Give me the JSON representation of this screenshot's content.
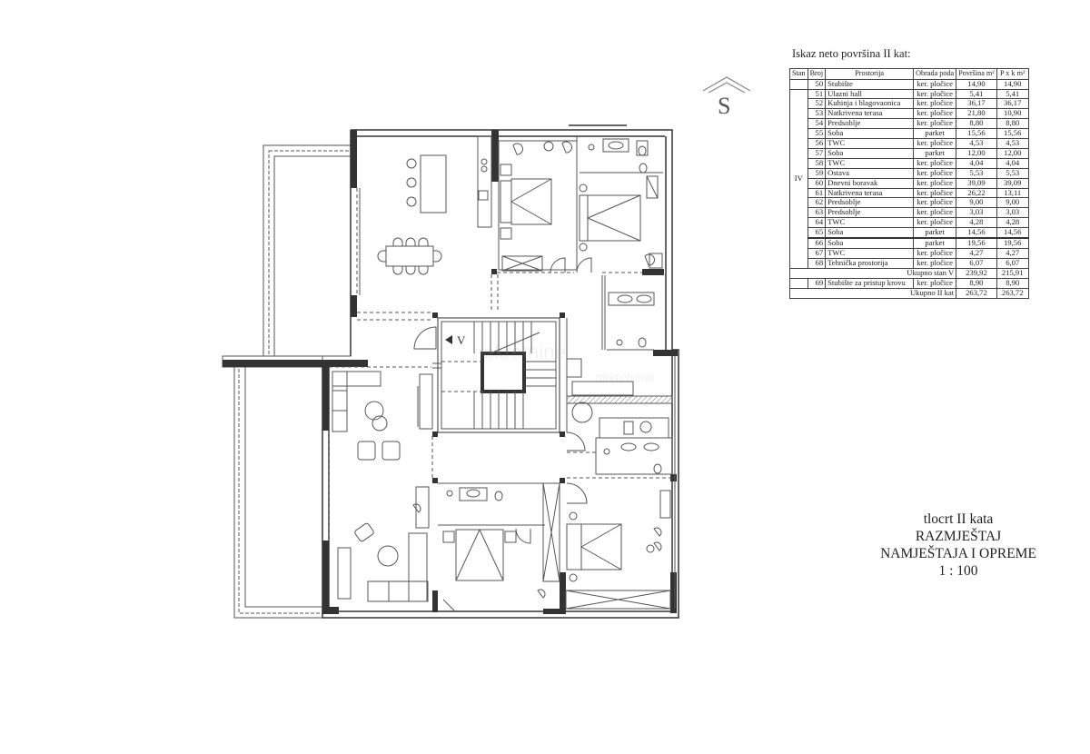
{
  "table": {
    "title": "Iskaz neto površina II  kat:",
    "headers": {
      "stan": "Stan",
      "broj": "Broj",
      "prostorija": "Prostorija",
      "obrada": "Obrada poda",
      "povrsina": "Površina m²",
      "pxk": "P x k m²"
    },
    "stan_label": "IV",
    "rows": [
      {
        "broj": "50",
        "prostorija": "Stubište",
        "obrada": "ker. pločice",
        "povrsina": "14,90",
        "pxk": "14,90"
      },
      {
        "broj": "51",
        "prostorija": "Ulazni hall",
        "obrada": "ker. pločice",
        "povrsina": "5,41",
        "pxk": "5,41"
      },
      {
        "broj": "52",
        "prostorija": "Kuhinja i blagovaonica",
        "obrada": "ker. pločice",
        "povrsina": "36,17",
        "pxk": "36,17"
      },
      {
        "broj": "53",
        "prostorija": "Natkrivena terasa",
        "obrada": "ker. pločice",
        "povrsina": "21,80",
        "pxk": "10,90"
      },
      {
        "broj": "54",
        "prostorija": "Predsoblje",
        "obrada": "ker. pločice",
        "povrsina": "8,80",
        "pxk": "8,80"
      },
      {
        "broj": "55",
        "prostorija": "Soba",
        "obrada": "parket",
        "povrsina": "15,56",
        "pxk": "15,56"
      },
      {
        "broj": "56",
        "prostorija": "TWC",
        "obrada": "ker. pločice",
        "povrsina": "4,53",
        "pxk": "4,53"
      },
      {
        "broj": "57",
        "prostorija": "Soba",
        "obrada": "parket",
        "povrsina": "12,00",
        "pxk": "12,00"
      },
      {
        "broj": "58",
        "prostorija": "TWC",
        "obrada": "ker. pločice",
        "povrsina": "4,04",
        "pxk": "4,04"
      },
      {
        "broj": "59",
        "prostorija": "Ostava",
        "obrada": "ker. pločice",
        "povrsina": "5,53",
        "pxk": "5,53"
      },
      {
        "broj": "60",
        "prostorija": "Dnevni  boravak",
        "obrada": "ker. pločice",
        "povrsina": "39,09",
        "pxk": "39,09"
      },
      {
        "broj": "61",
        "prostorija": "Natkrivena terasa",
        "obrada": "ker. pločice",
        "povrsina": "26,22",
        "pxk": "13,11"
      },
      {
        "broj": "62",
        "prostorija": "Predsoblje",
        "obrada": "ker. pločice",
        "povrsina": "9,00",
        "pxk": "9,00"
      },
      {
        "broj": "63",
        "prostorija": "Predsoblje",
        "obrada": "ker. pločice",
        "povrsina": "3,03",
        "pxk": "3,03"
      },
      {
        "broj": "64",
        "prostorija": "TWC",
        "obrada": "ker. pločice",
        "povrsina": "4,28",
        "pxk": "4,28"
      },
      {
        "broj": "65",
        "prostorija": "Soba",
        "obrada": "parket",
        "povrsina": "14,56",
        "pxk": "14,56"
      },
      {
        "broj": "66",
        "prostorija": "Soba",
        "obrada": "parket",
        "povrsina": "19,56",
        "pxk": "19,56"
      },
      {
        "broj": "67",
        "prostorija": "TWC",
        "obrada": "ker. pločice",
        "povrsina": "4,27",
        "pxk": "4,27"
      },
      {
        "broj": "68",
        "prostorija": "Tehnička prostorija",
        "obrada": "ker. pločice",
        "povrsina": "6,07",
        "pxk": "6,07"
      }
    ],
    "subtotal": {
      "label": "Ukupno stan V",
      "povrsina": "239,92",
      "pxk": "215,91"
    },
    "extra_row": {
      "broj": "69",
      "prostorija": "Stubište za pristup krovu",
      "obrada": "ker. pločice",
      "povrsina": "8,90",
      "pxk": "8,90"
    },
    "total": {
      "label": "Ukupno II  kat",
      "povrsina": "263,72",
      "pxk": "263,72"
    }
  },
  "title_block": {
    "line1": "tlocrt  II  kata",
    "line2": "RAZMJEŠTAJ",
    "line3": "NAMJEŠTAJA  I  OPREME",
    "scale": "1 : 100"
  },
  "compass": {
    "label": "S"
  },
  "plan": {
    "entrance_label": "V",
    "wall_color": "#333333",
    "line_color": "#555555"
  }
}
